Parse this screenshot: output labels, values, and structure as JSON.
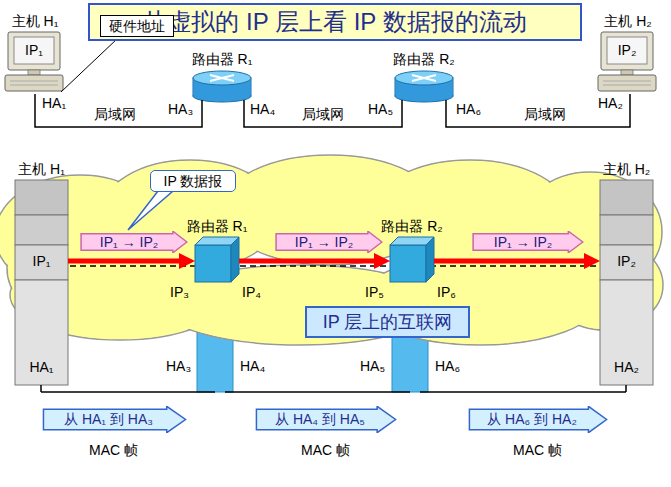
{
  "diagram": {
    "title": "从虚拟的 IP 层上看 IP 数据报的流动",
    "nodes": [
      {
        "text": [
          "主机 H₁",
          "IP₁"
        ]
      },
      {
        "text": [
          "硬件地址"
        ]
      },
      {
        "text": [
          "路由器 R₁"
        ]
      },
      {
        "text": [
          "路由器 R₂"
        ]
      },
      {
        "text": [
          "主机 H₂",
          "IP₂"
        ]
      },
      {
        "text": [
          "主机 H₁",
          "IP₁",
          "HA₁"
        ]
      },
      {
        "text": [
          "IP 数据报"
        ]
      },
      {
        "text": [
          "IP₁ → IP₂"
        ]
      },
      {
        "text": [
          "路由器 R₁"
        ]
      },
      {
        "text": [
          "IP₁ → IP₂"
        ]
      },
      {
        "text": [
          "路由器 R₂"
        ]
      },
      {
        "text": [
          "IP₁ → IP₂"
        ]
      },
      {
        "text": [
          "主机 H₂",
          "IP₂",
          "HA₂"
        ]
      },
      {
        "text": [
          "IP 层上的互联网"
        ]
      },
      {
        "text": [
          "从 HA₁ 到 HA₃"
        ]
      },
      {
        "text": [
          "从 HA₄ 到 HA₅"
        ]
      },
      {
        "text": [
          "从 HA₆ 到 HA₂"
        ]
      }
    ],
    "edges": [
      {
        "from": 0,
        "to": 2,
        "arrow": "none",
        "label": "局域网"
      },
      {
        "from": 2,
        "to": 3,
        "arrow": "none",
        "label": "局域网"
      },
      {
        "from": 3,
        "to": 4,
        "arrow": "none",
        "label": "局域网"
      },
      {
        "from": 5,
        "to": 8,
        "arrow": "to"
      },
      {
        "from": 8,
        "to": 10,
        "arrow": "to"
      },
      {
        "from": 10,
        "to": 12,
        "arrow": "to"
      }
    ],
    "labels": [
      "HA₁",
      "HA₃",
      "HA₄",
      "HA₅",
      "HA₆",
      "HA₂",
      "IP₃",
      "IP₄",
      "IP₅",
      "IP₆",
      "HA₃",
      "HA₄",
      "HA₅",
      "HA₆",
      "MAC 帧",
      "MAC 帧",
      "MAC 帧"
    ]
  }
}
